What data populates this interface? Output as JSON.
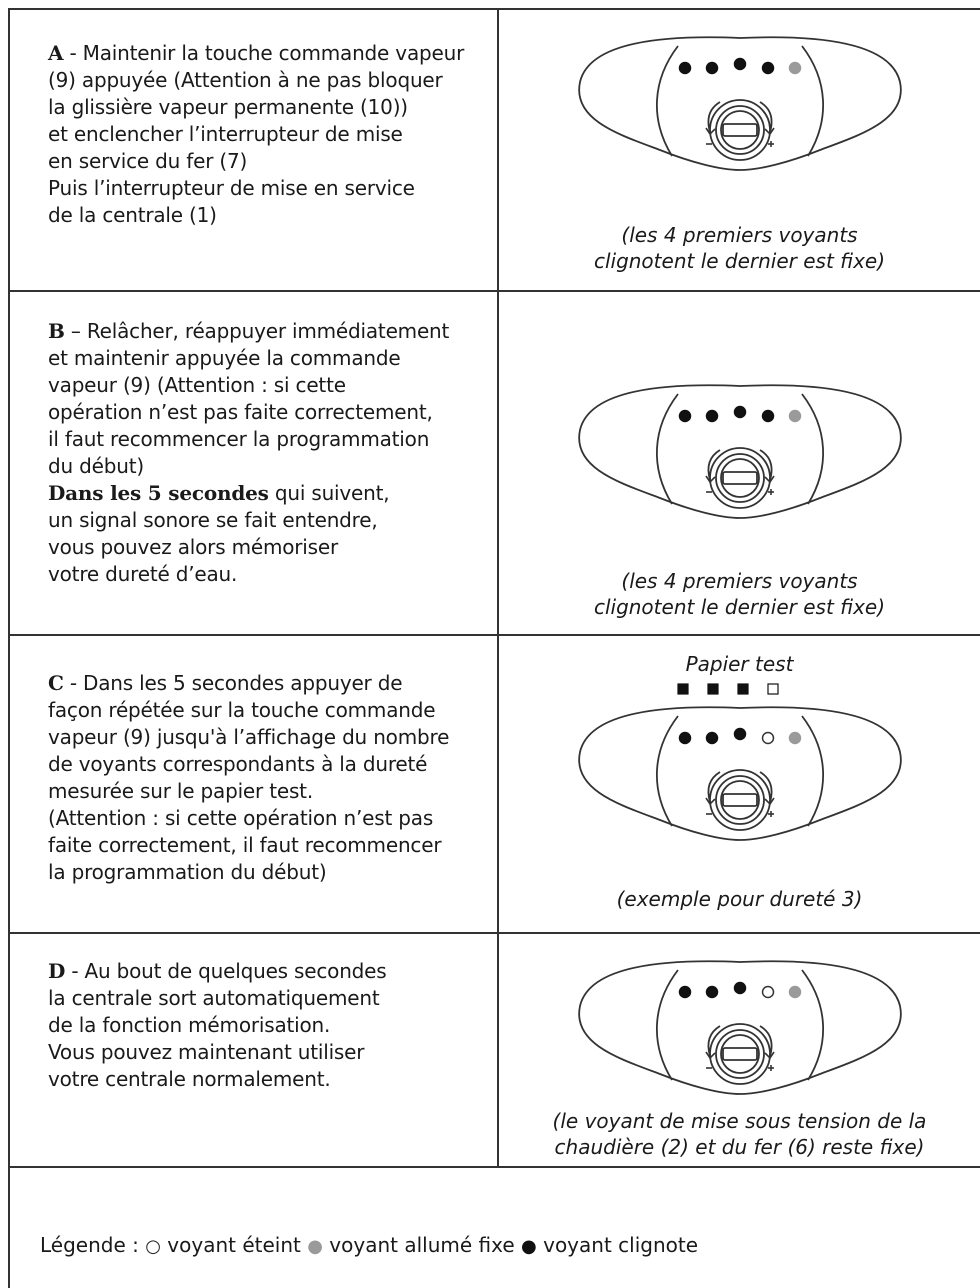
{
  "rows": [
    {
      "letter": "A",
      "lines": [
        " - Maintenir la touche commande vapeur",
        "(9) appuyée (Attention à ne pas bloquer",
        "la glissière vapeur permanente (10))",
        "et enclencher l’interrupteur de mise",
        "en service du fer (7)",
        "Puis l’interrupteur de mise en service",
        "de la centrale (1)"
      ],
      "caption": [
        "(les 4 premiers voyants",
        "clignotent le dernier est fixe)"
      ],
      "leds": [
        "blink",
        "blink",
        "blink",
        "blink",
        "fixed"
      ]
    },
    {
      "letter": "B",
      "lines": [
        " – Relâcher, réappuyer immédiatement",
        "et maintenir appuyée la commande",
        "vapeur (9) (Attention : si cette",
        "opération n’est pas faite correctement,",
        "il faut recommencer la programmation",
        "du début)"
      ],
      "bold_phrase": "Dans les 5 secondes",
      "bold_rest": " qui suivent,",
      "lines2": [
        "un signal sonore se fait entendre,",
        "vous pouvez alors mémoriser",
        "votre dureté d’eau."
      ],
      "caption": [
        "(les 4 premiers voyants",
        "clignotent le dernier est fixe)"
      ],
      "leds": [
        "blink",
        "blink",
        "blink",
        "blink",
        "fixed"
      ]
    },
    {
      "letter": "C",
      "lines": [
        " - Dans les 5 secondes appuyer de",
        "façon répétée sur la touche commande",
        "vapeur (9) jusqu'à l’affichage du nombre",
        "de voyants correspondants à la dureté",
        "mesurée sur le papier test.",
        "(Attention : si cette opération n’est pas",
        "faite correctement, il faut recommencer",
        "la programmation du début)"
      ],
      "papier_label": "Papier test",
      "papier_squares": [
        "filled",
        "filled",
        "filled",
        "empty"
      ],
      "caption": [
        "(exemple pour dureté 3)"
      ],
      "leds": [
        "blink",
        "blink",
        "blink",
        "off",
        "fixed"
      ]
    },
    {
      "letter": "D",
      "lines": [
        " - Au bout de quelques secondes",
        "la centrale sort automatiquement",
        "de la fonction mémorisation.",
        "Vous pouvez maintenant utiliser",
        "votre centrale normalement."
      ],
      "caption": [
        "(le voyant de mise sous tension de la",
        "chaudière (2) et du fer (6) reste fixe)"
      ],
      "leds": [
        "blink",
        "blink",
        "blink",
        "off",
        "fixed"
      ]
    }
  ],
  "legend": {
    "prefix": "Légende : ",
    "off_symbol": "○",
    "off_label": " voyant éteint ",
    "fixed_symbol": "●",
    "fixed_label": " voyant allumé fixe ",
    "blink_symbol": "●",
    "blink_label": " voyant clignote"
  },
  "colors": {
    "led_blink": "#111111",
    "led_fixed": "#9a9a9a",
    "led_off": "#ffffff",
    "line": "#333333"
  }
}
